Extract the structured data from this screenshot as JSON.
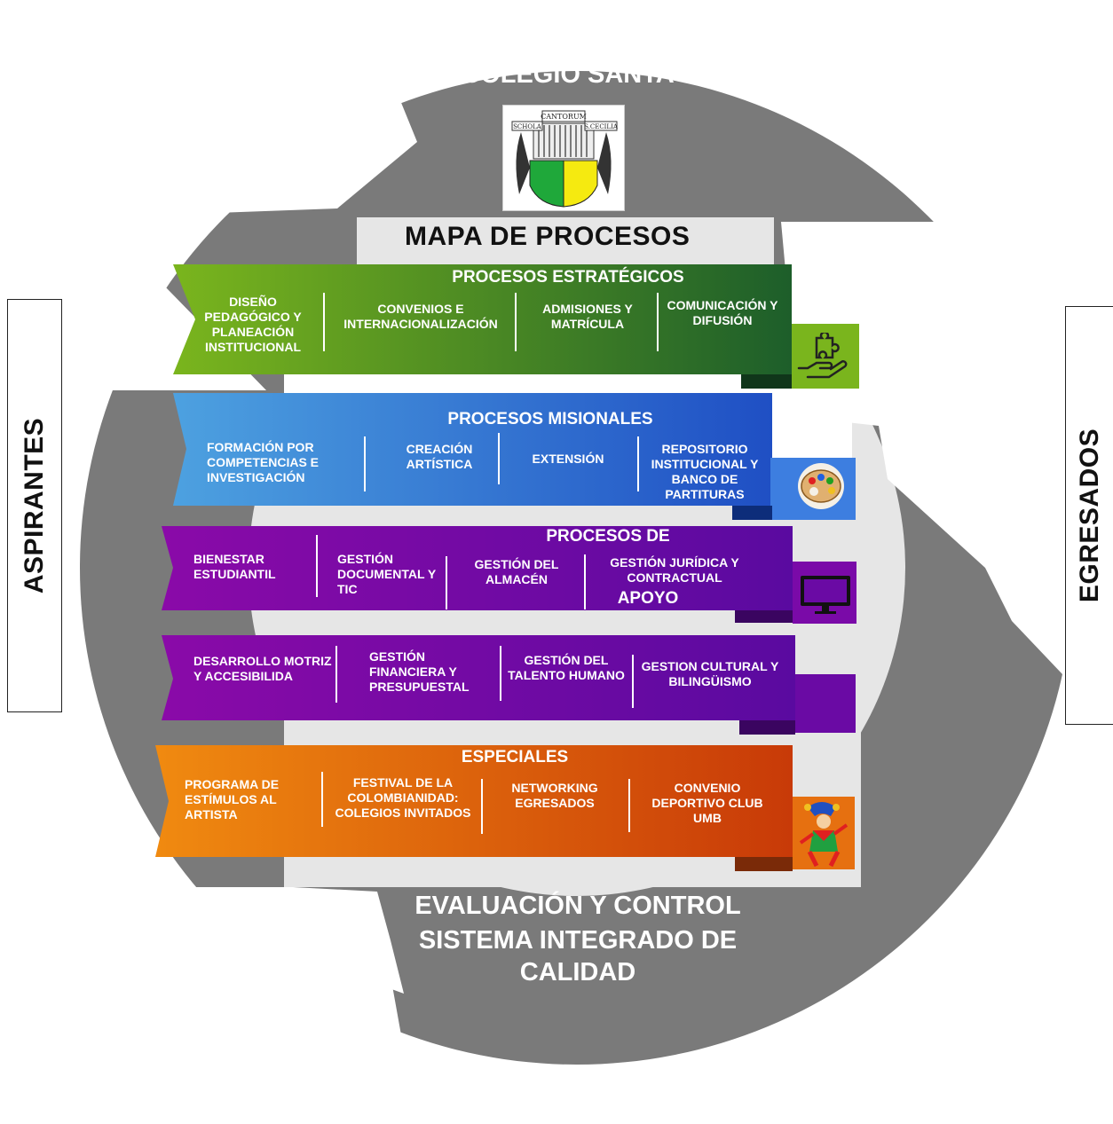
{
  "header": {
    "school_name": "COLEGIO SANTA",
    "map_title": "MAPA DE PROCESOS",
    "logo_text_top": "CANTORUM",
    "logo_text_left": "SCHOLA",
    "logo_text_right": "S.CECILIA"
  },
  "sides": {
    "left": "ASPIRANTES",
    "right": "EGRESADOS"
  },
  "bands": {
    "strategic": {
      "title": "PROCESOS ESTRATÉGICOS",
      "color_start": "#7ab51d",
      "color_end": "#1d5e2a",
      "items": [
        "DISEÑO PEDAGÓGICO Y PLANEACIÓN INSTITUCIONAL",
        "CONVENIOS  E INTERNACIONALIZACIÓN",
        "ADMISIONES Y MATRÍCULA",
        "COMUNICACIÓN Y DIFUSIÓN"
      ],
      "icon": "hand-puzzle-icon"
    },
    "missional": {
      "title": "PROCESOS MISIONALES",
      "color_start": "#4da1e0",
      "color_end": "#1f4fc4",
      "items": [
        "FORMACIÓN POR COMPETENCIAS  E INVESTIGACIÓN",
        "CREACIÓN ARTÍSTICA",
        "EXTENSIÓN",
        "REPOSITORIO INSTITUCIONAL Y BANCO DE PARTITURAS"
      ],
      "icon": "palette-icon"
    },
    "support": {
      "title": "PROCESOS DE",
      "title_bottom": "APOYO",
      "color_start": "#8a0aa8",
      "color_end": "#5a0aa0",
      "items": [
        "BIENESTAR ESTUDIANTIL",
        "GESTIÓN DOCUMENTAL Y TIC",
        "GESTIÓN DEL ALMACÉN",
        "GESTIÓN JURÍDICA Y CONTRACTUAL"
      ],
      "icon": "monitor-icon"
    },
    "support2": {
      "items": [
        "DESARROLLO MOTRIZ Y ACCESIBILIDA",
        "GESTIÓN FINANCIERA Y PRESUPUESTAL",
        "GESTIÓN DEL TALENTO HUMANO",
        "GESTION CULTURAL Y BILINGÜISMO"
      ]
    },
    "special": {
      "title": "ESPECIALES",
      "color_start": "#f08a10",
      "color_end": "#c83a08",
      "items": [
        "PROGRAMA DE ESTÍMULOS AL ARTISTA",
        "FESTIVAL DE LA COLOMBIANIDAD: COLEGIOS INVITADOS",
        "NETWORKING EGRESADOS",
        "CONVENIO DEPORTIVO CLUB UMB"
      ],
      "icon": "jester-icon"
    }
  },
  "footer": {
    "line1": "EVALUACIÓN Y CONTROL",
    "line2": "SISTEMA INTEGRADO DE",
    "line3": "CALIDAD"
  },
  "colors": {
    "arrow_gray": "#7a7a7a",
    "inner_light": "#e6e6e6"
  }
}
